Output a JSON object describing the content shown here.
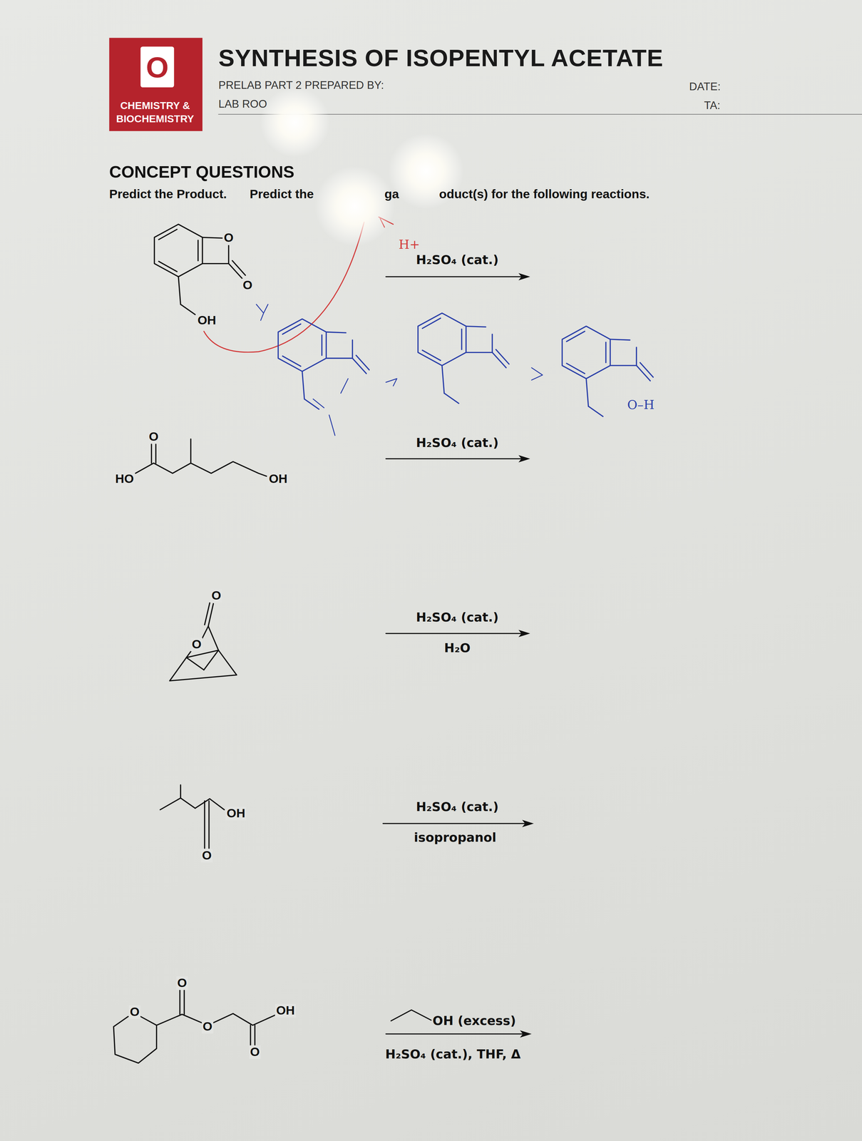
{
  "diagram": {
    "title": "SYNTHESIS OF ISOPENTYL ACETATE",
    "labels": [
      "O",
      "CHEMISTRY &",
      "BIOCHEMISTRY",
      "PRELAB PART 2 PREPARED BY:",
      "LAB ROO",
      "DATE:",
      "TA:",
      "CONCEPT QUESTIONS",
      "Predict the Product.",
      "Predict the",
      "ga",
      "oduct(s) for the following reactions.",
      "O",
      "O",
      "OH",
      "H+",
      "H₂SO₄ (cat.)",
      "O–H",
      "HO",
      "O",
      "OH",
      "H₂SO₄ (cat.)",
      "O",
      "O",
      "H₂SO₄ (cat.)",
      "H₂O",
      "OH",
      "O",
      "H₂SO₄ (cat.)",
      "isopropanol",
      "O",
      "O",
      "O",
      "OH",
      "O",
      "OH (excess)",
      "H₂SO₄ (cat.), THF, Δ"
    ]
  }
}
